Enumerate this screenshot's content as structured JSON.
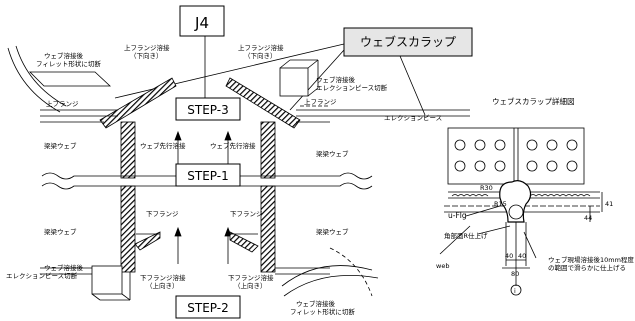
{
  "labels": {
    "j4": "J4",
    "web_scallop_box": "ウェブスカラップ",
    "detail_title": "ウェブスカラップ詳細図",
    "step1": "STEP-1",
    "step2": "STEP-2",
    "step3": "STEP-3",
    "web_weld_fillet_top_1": "ウェブ溶接後",
    "web_weld_fillet_top_2": "フィレット形状に切断",
    "upper_flange_weld_left_1": "上フランジ溶接",
    "upper_flange_weld_left_2": "（下向き）",
    "upper_flange_weld_right_1": "上フランジ溶接",
    "upper_flange_weld_right_2": "（下向き）",
    "erection_cut_top_1": "ウェブ溶接後",
    "erection_cut_top_2": "エレクションピース切断",
    "upper_flange_left": "上フランジ",
    "upper_flange_right": "上フランジ",
    "erection_piece": "エレクションピース",
    "beam_web_ul": "梁梁ウェブ",
    "beam_web_ur": "梁梁ウェブ",
    "beam_web_ll": "梁梁ウェブ",
    "beam_web_lr": "梁梁ウェブ",
    "web_first_weld_left": "ウェブ先行溶接",
    "web_first_weld_right": "ウェブ先行溶接",
    "lower_flange_left": "下フランジ",
    "lower_flange_right": "下フランジ",
    "erection_cut_bottom_1": "ウェブ溶接後",
    "erection_cut_bottom_2": "エレクションピース切断",
    "lower_flange_weld_left_1": "下フランジ溶接",
    "lower_flange_weld_left_2": "（上向き）",
    "lower_flange_weld_right_1": "下フランジ溶接",
    "lower_flange_weld_right_2": "（上向き）",
    "web_weld_fillet_bottom_1": "ウェブ溶接後",
    "web_weld_fillet_bottom_2": "フィレット形状に切断",
    "u_flg": "u-Flg",
    "web": "web",
    "r30": "R30",
    "r15": "R15",
    "dim_41": "41",
    "dim_44": "44",
    "dim_40a": "40",
    "dim_40b": "40",
    "dim_80": "80",
    "corner_finish": "角部面R仕上げ",
    "site_weld_note_1": "ウェブ現場溶接後10mm程度",
    "site_weld_note_2": "の範囲で滑らかに仕上げる",
    "circle_mark": "i"
  }
}
